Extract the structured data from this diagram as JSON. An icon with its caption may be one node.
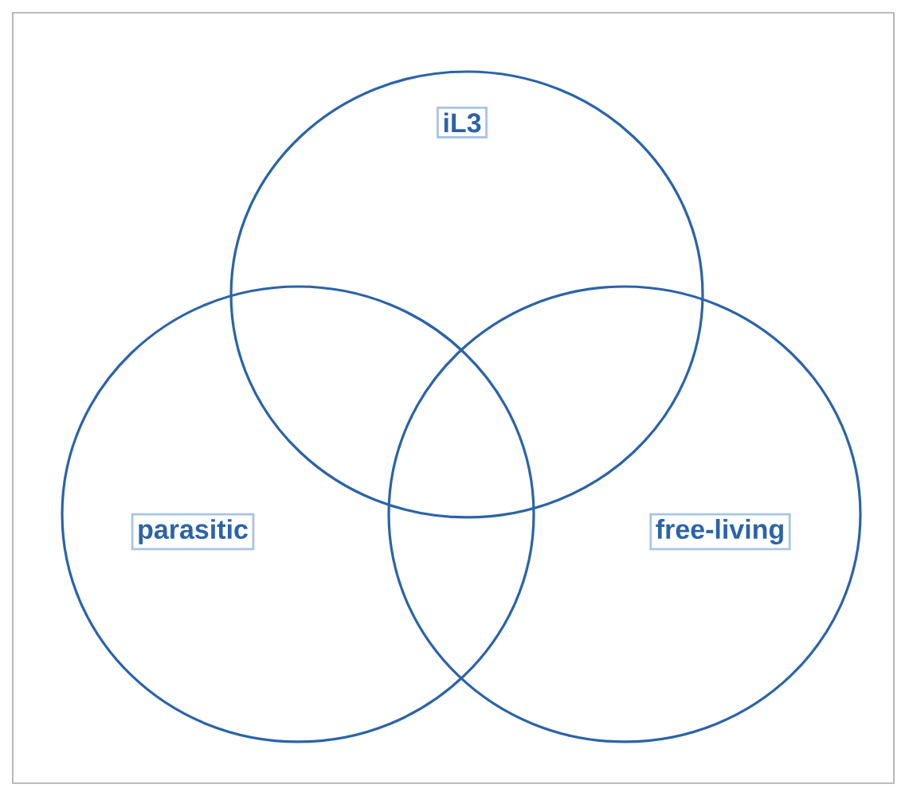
{
  "diagram": {
    "nodes": [
      {
        "text": [],
        "shape": "circle"
      },
      {
        "text": [
          "iL3"
        ],
        "in": 0
      },
      {
        "text": [],
        "shape": "circle"
      },
      {
        "text": [
          "parasitic"
        ],
        "in": 2
      },
      {
        "text": [],
        "shape": "circle"
      },
      {
        "text": [
          "free-living"
        ],
        "in": 4
      }
    ]
  }
}
